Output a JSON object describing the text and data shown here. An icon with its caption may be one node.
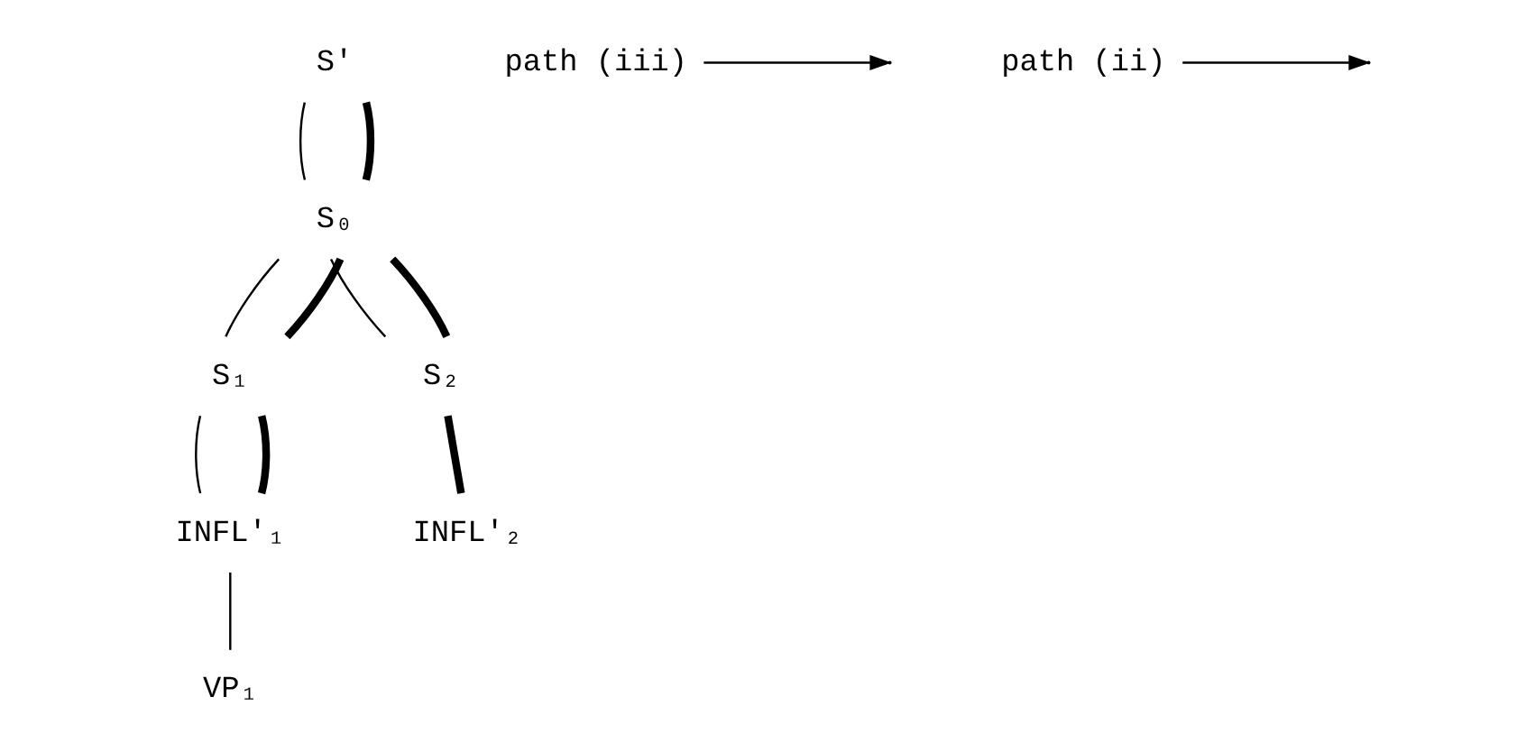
{
  "diagram": {
    "nodes": [
      {
        "text": [
          "S'"
        ]
      },
      {
        "text": [
          "S₀"
        ]
      },
      {
        "text": [
          "S₁"
        ]
      },
      {
        "text": [
          "S₂"
        ]
      },
      {
        "text": [
          "INFL'₁"
        ]
      },
      {
        "text": [
          "INFL'₂"
        ]
      },
      {
        "text": [
          "VP₁"
        ]
      },
      {
        "text": [
          "path (iii)"
        ]
      },
      {
        "text": [
          "path (ii)"
        ]
      }
    ],
    "edges": [
      {
        "from": 0,
        "to": 1,
        "arrow": "none"
      },
      {
        "from": 0,
        "to": 1,
        "arrow": "none",
        "style": "thick"
      },
      {
        "from": 1,
        "to": 2,
        "arrow": "none"
      },
      {
        "from": 1,
        "to": 2,
        "arrow": "none",
        "style": "thick"
      },
      {
        "from": 2,
        "to": 4,
        "arrow": "none"
      },
      {
        "from": 2,
        "to": 4,
        "arrow": "none",
        "style": "thick"
      },
      {
        "from": 4,
        "to": 6,
        "arrow": "none"
      },
      {
        "from": 1,
        "to": 3,
        "arrow": "none"
      },
      {
        "from": 1,
        "to": 3,
        "arrow": "none",
        "style": "thick"
      },
      {
        "from": 3,
        "to": 5,
        "arrow": "none",
        "style": "thick"
      },
      {
        "from": 7,
        "to": null,
        "arrow": "to"
      },
      {
        "from": 8,
        "to": null,
        "arrow": "to"
      }
    ]
  }
}
